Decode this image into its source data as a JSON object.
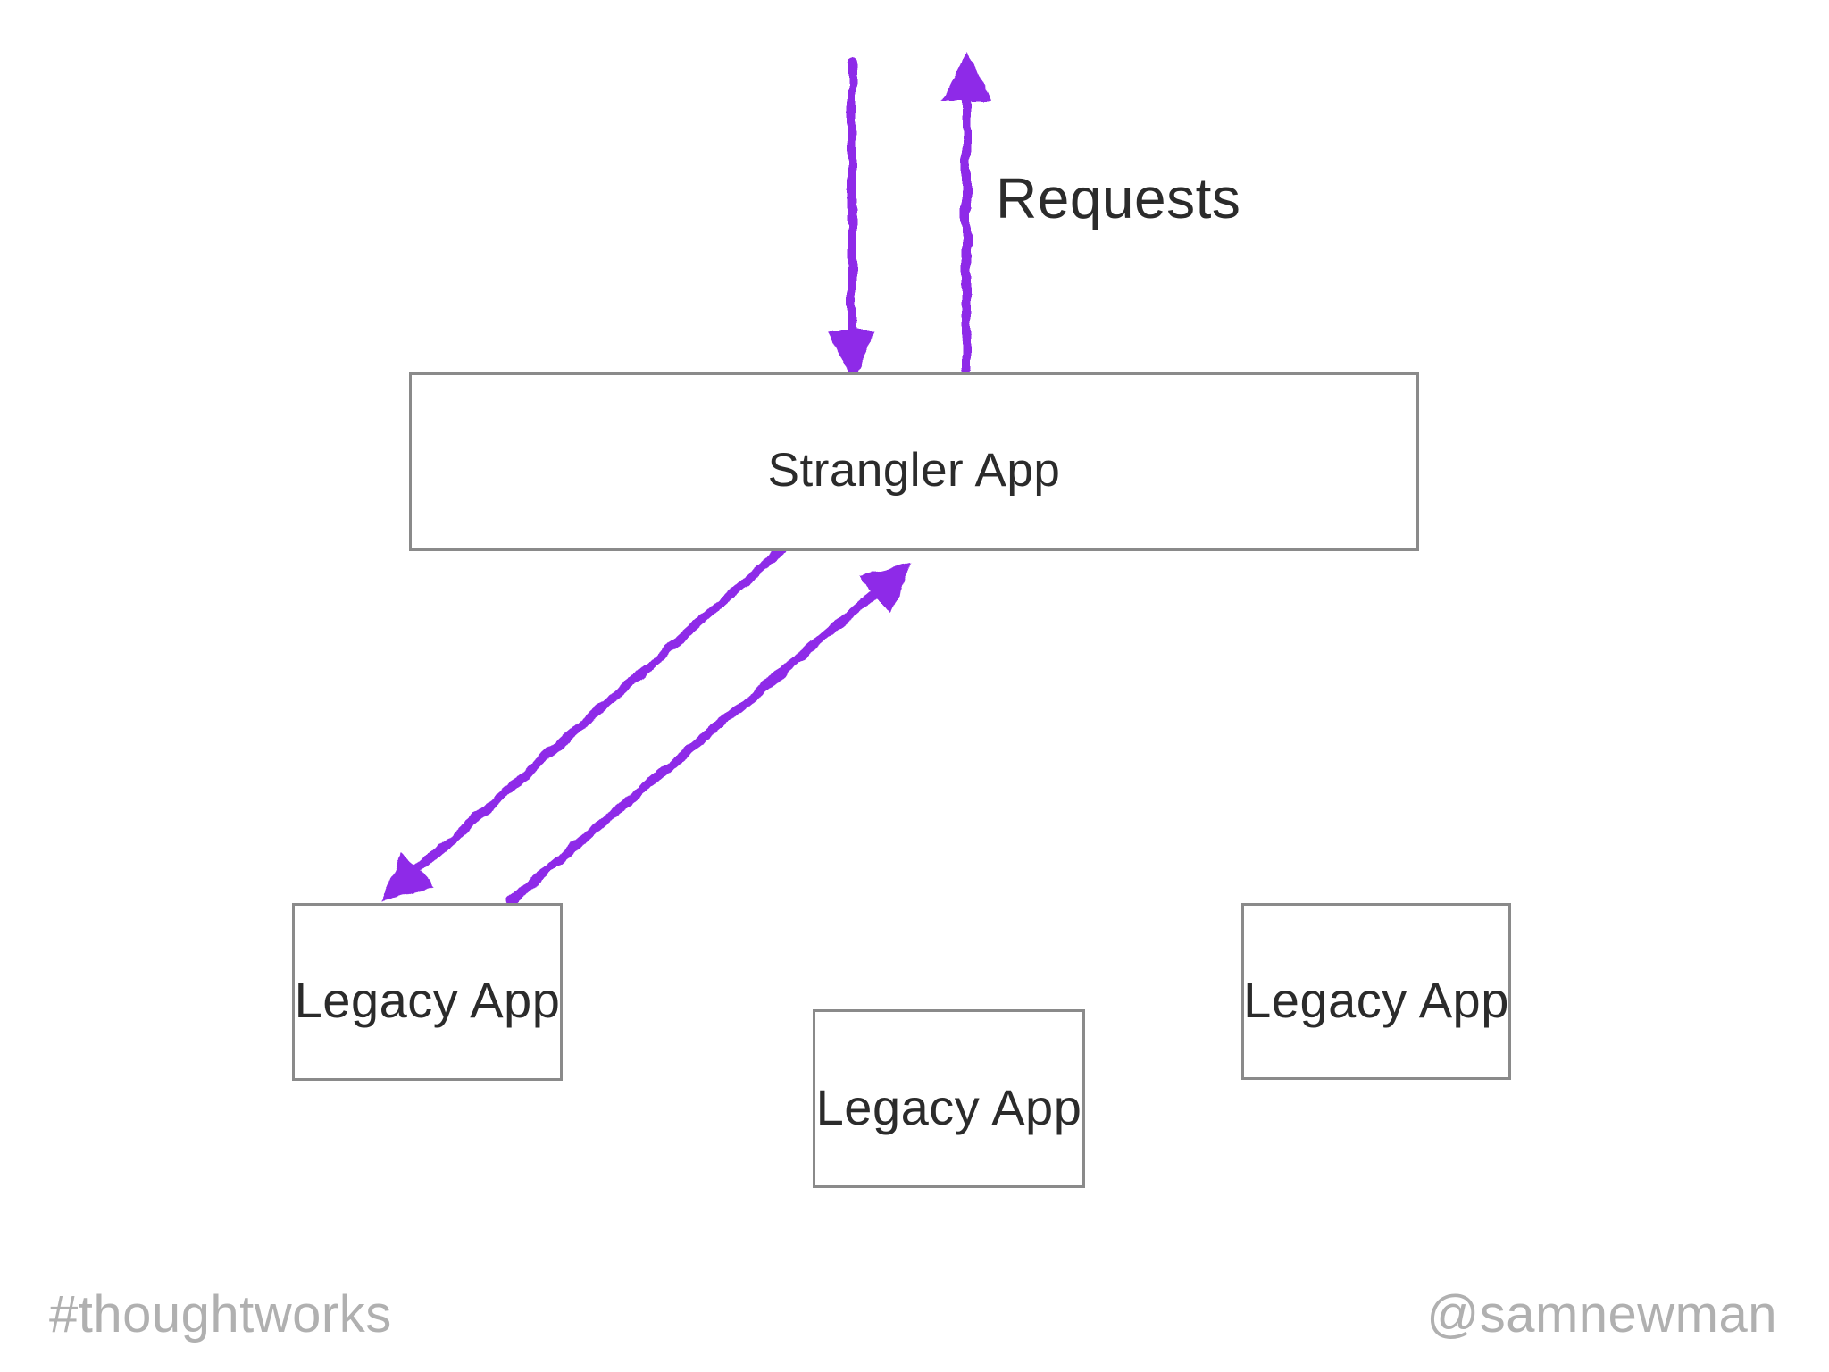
{
  "slide": {
    "type": "diagram-slide",
    "background_color": "#ffffff",
    "accent_purple": "#8e2ce8",
    "box_border_color": "#8a8a8a",
    "label_text_color": "#2b2b2b",
    "footer_text_color": "#b0b0b0"
  },
  "diagram": {
    "requests_label": "Requests",
    "strangler_box": {
      "label": "Strangler App"
    },
    "legacy_boxes": [
      {
        "label": "Legacy App"
      },
      {
        "label": "Legacy App"
      },
      {
        "label": "Legacy App"
      }
    ],
    "arrows": [
      {
        "name": "request-in-arrow",
        "description": "vertical crayon arrow pointing down into top of Strangler App box",
        "color": "#8e2ce8"
      },
      {
        "name": "request-out-arrow",
        "description": "vertical crayon arrow pointing up away from Strangler App box, labeled Requests",
        "color": "#8e2ce8"
      },
      {
        "name": "strangler-to-legacy-arrow",
        "description": "diagonal crayon arrow pointing down-left from Strangler App box to first Legacy App box",
        "color": "#8e2ce8"
      },
      {
        "name": "legacy-to-strangler-arrow",
        "description": "diagonal crayon arrow pointing up-right from first Legacy App box to Strangler App box",
        "color": "#8e2ce8"
      }
    ]
  },
  "footer": {
    "left": "#thoughtworks",
    "right": "@samnewman"
  }
}
